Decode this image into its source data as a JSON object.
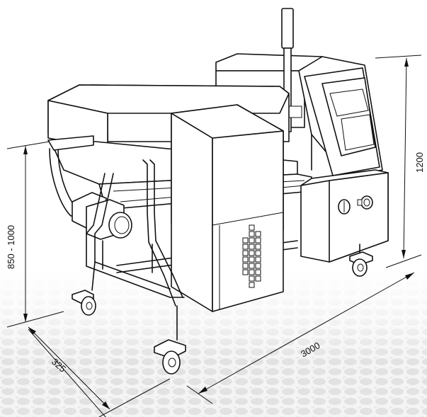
{
  "dimensions": {
    "height_range": "850 - 1000",
    "overall_height": "1200",
    "length": "3000",
    "width": "325"
  },
  "colors": {
    "line": "#111111",
    "paper": "#ffffff",
    "floor_texture": "#d9d9d9"
  },
  "icons": {
    "keypad": "keypad-grid-icon",
    "caster": "caster-wheel-icon",
    "motor": "drive-motor-icon"
  }
}
